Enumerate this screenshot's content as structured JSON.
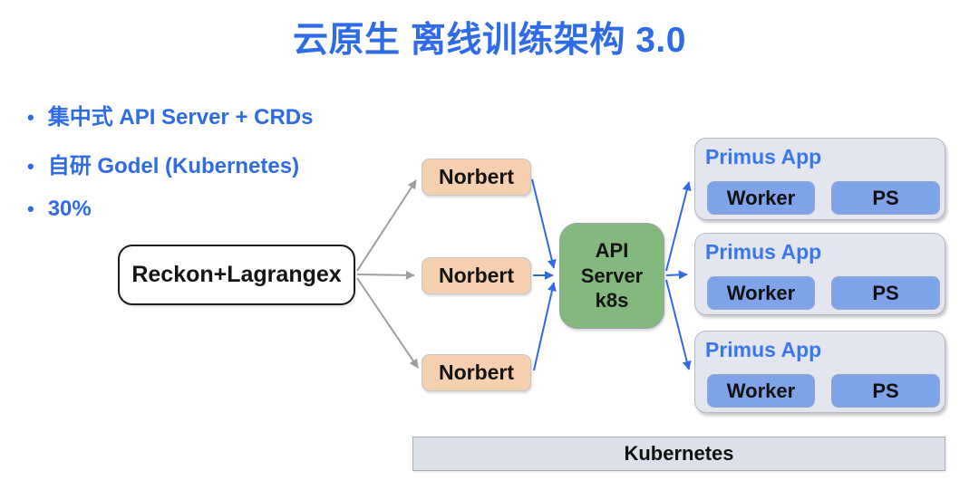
{
  "title": "云原生 离线训练架构 3.0",
  "bullets": [
    "集中式 API Server + CRDs",
    "自研 Godel (Kubernetes)",
    "30%"
  ],
  "diagram": {
    "source_node": "Reckon+Lagrangex",
    "norbert_nodes": [
      "Norbert",
      "Norbert",
      "Norbert"
    ],
    "api_server_node": "API\nServer\nk8s",
    "primus_apps": [
      {
        "label": "Primus App",
        "children": [
          "Worker",
          "PS"
        ]
      },
      {
        "label": "Primus App",
        "children": [
          "Worker",
          "PS"
        ]
      },
      {
        "label": "Primus App",
        "children": [
          "Worker",
          "PS"
        ]
      }
    ],
    "platform_bar": "Kubernetes"
  },
  "colors": {
    "accent_blue": "#2E6BE6",
    "arrow_blue": "#2F6BE6",
    "arrow_gray": "#9E9E9E",
    "norbert_fill": "#F5CFAE",
    "api_server_fill": "#84B97D",
    "worker_ps_fill": "#7EA3E8",
    "primus_container_fill": "#E3E5EF",
    "kubernetes_bar_fill": "#DCE0E9"
  }
}
